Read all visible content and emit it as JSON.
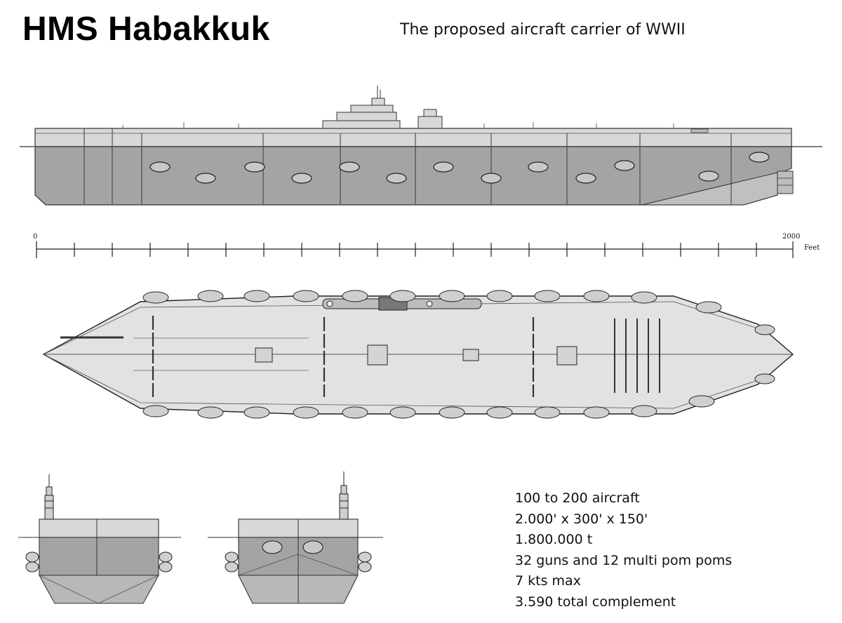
{
  "title": "HMS Habakkuk",
  "subtitle": "The proposed aircraft  carrier of WWII",
  "scale": {
    "start": "0",
    "end": "2000",
    "unit": "Feet"
  },
  "specs": [
    "100 to 200 aircraft",
    "2.000' x 300' x 150'",
    "1.800.000 t",
    "32 guns and 12 multi pom poms",
    "7 kts max",
    "3.590 total complement"
  ],
  "colors": {
    "hull_upper": "#d8d8d8",
    "hull_lower": "#a4a4a4",
    "deck": "#e2e2e2",
    "line": "#333333"
  }
}
